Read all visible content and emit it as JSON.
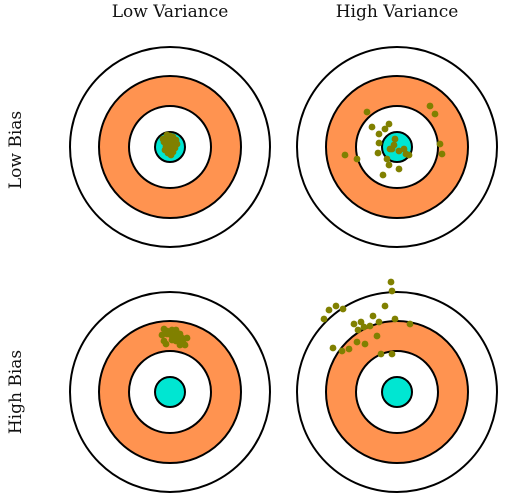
{
  "labels": {
    "col_low_variance": "Low Variance",
    "col_high_variance": "High Variance",
    "row_low_bias": "Low Bias",
    "row_high_bias": "High Bias"
  },
  "colors": {
    "ring_fill_outer": "#ffffff",
    "ring_fill_orange": "#ff9350",
    "ring_fill_inner": "#ffffff",
    "bullseye": "#00e6d2",
    "stroke": "#000000",
    "shot": "#808000"
  },
  "targets": [
    {
      "row": "Low Bias",
      "col": "Low Variance",
      "shots": [
        [
          0,
          -11
        ],
        [
          3,
          -10
        ],
        [
          -3,
          -8
        ],
        [
          6,
          -7
        ],
        [
          -6,
          -5
        ],
        [
          2,
          -5
        ],
        [
          -1,
          -3
        ],
        [
          4,
          -2
        ],
        [
          -4,
          -1
        ],
        [
          1,
          0
        ],
        [
          -2,
          2
        ],
        [
          5,
          1
        ],
        [
          0,
          4
        ],
        [
          -5,
          3
        ],
        [
          3,
          5
        ],
        [
          -2,
          6
        ],
        [
          7,
          -3
        ],
        [
          -7,
          -8
        ],
        [
          1,
          8
        ],
        [
          -3,
          -12
        ]
      ]
    },
    {
      "row": "Low Bias",
      "col": "High Variance",
      "shots": [
        [
          -30,
          -35
        ],
        [
          -25,
          -20
        ],
        [
          -18,
          -13
        ],
        [
          -12,
          -18
        ],
        [
          -8,
          -23
        ],
        [
          33,
          -41
        ],
        [
          38,
          -33
        ],
        [
          -19,
          6
        ],
        [
          -10,
          12
        ],
        [
          -52,
          8
        ],
        [
          -40,
          12
        ],
        [
          -14,
          28
        ],
        [
          -2,
          -8
        ],
        [
          -3,
          -2
        ],
        [
          -5,
          2
        ],
        [
          2,
          4
        ],
        [
          -7,
          2
        ],
        [
          7,
          2
        ],
        [
          9,
          7
        ],
        [
          43,
          -3
        ],
        [
          45,
          7
        ],
        [
          2,
          22
        ],
        [
          -8,
          18
        ],
        [
          12,
          8
        ],
        [
          -18,
          -4
        ]
      ]
    },
    {
      "row": "High Bias",
      "col": "Low Variance",
      "shots": [
        [
          -6,
          -63
        ],
        [
          -3,
          -61
        ],
        [
          2,
          -62
        ],
        [
          6,
          -62
        ],
        [
          10,
          -58
        ],
        [
          -8,
          -57
        ],
        [
          -3,
          -58
        ],
        [
          1,
          -57
        ],
        [
          5,
          -56
        ],
        [
          9,
          -53
        ],
        [
          13,
          -52
        ],
        [
          17,
          -54
        ],
        [
          2,
          -52
        ],
        [
          6,
          -51
        ],
        [
          10,
          -47
        ],
        [
          15,
          -47
        ],
        [
          -6,
          -51
        ],
        [
          -4,
          -48
        ],
        [
          12,
          -54
        ],
        [
          7,
          -59
        ]
      ]
    },
    {
      "row": "High Bias",
      "col": "High Variance",
      "shots": [
        [
          -6,
          -110
        ],
        [
          -5,
          -101
        ],
        [
          -54,
          -83
        ],
        [
          -61,
          -86
        ],
        [
          -68,
          -82
        ],
        [
          -73,
          -73
        ],
        [
          -12,
          -86
        ],
        [
          -2,
          -73
        ],
        [
          13,
          -68
        ],
        [
          -24,
          -76
        ],
        [
          -36,
          -70
        ],
        [
          -43,
          -68
        ],
        [
          -39,
          -62
        ],
        [
          -33,
          -65
        ],
        [
          -27,
          -66
        ],
        [
          -18,
          -70
        ],
        [
          -20,
          -56
        ],
        [
          -32,
          -48
        ],
        [
          -40,
          -50
        ],
        [
          -48,
          -43
        ],
        [
          -64,
          -44
        ],
        [
          -55,
          -41
        ],
        [
          -16,
          -38
        ],
        [
          -5,
          -38
        ]
      ]
    }
  ]
}
